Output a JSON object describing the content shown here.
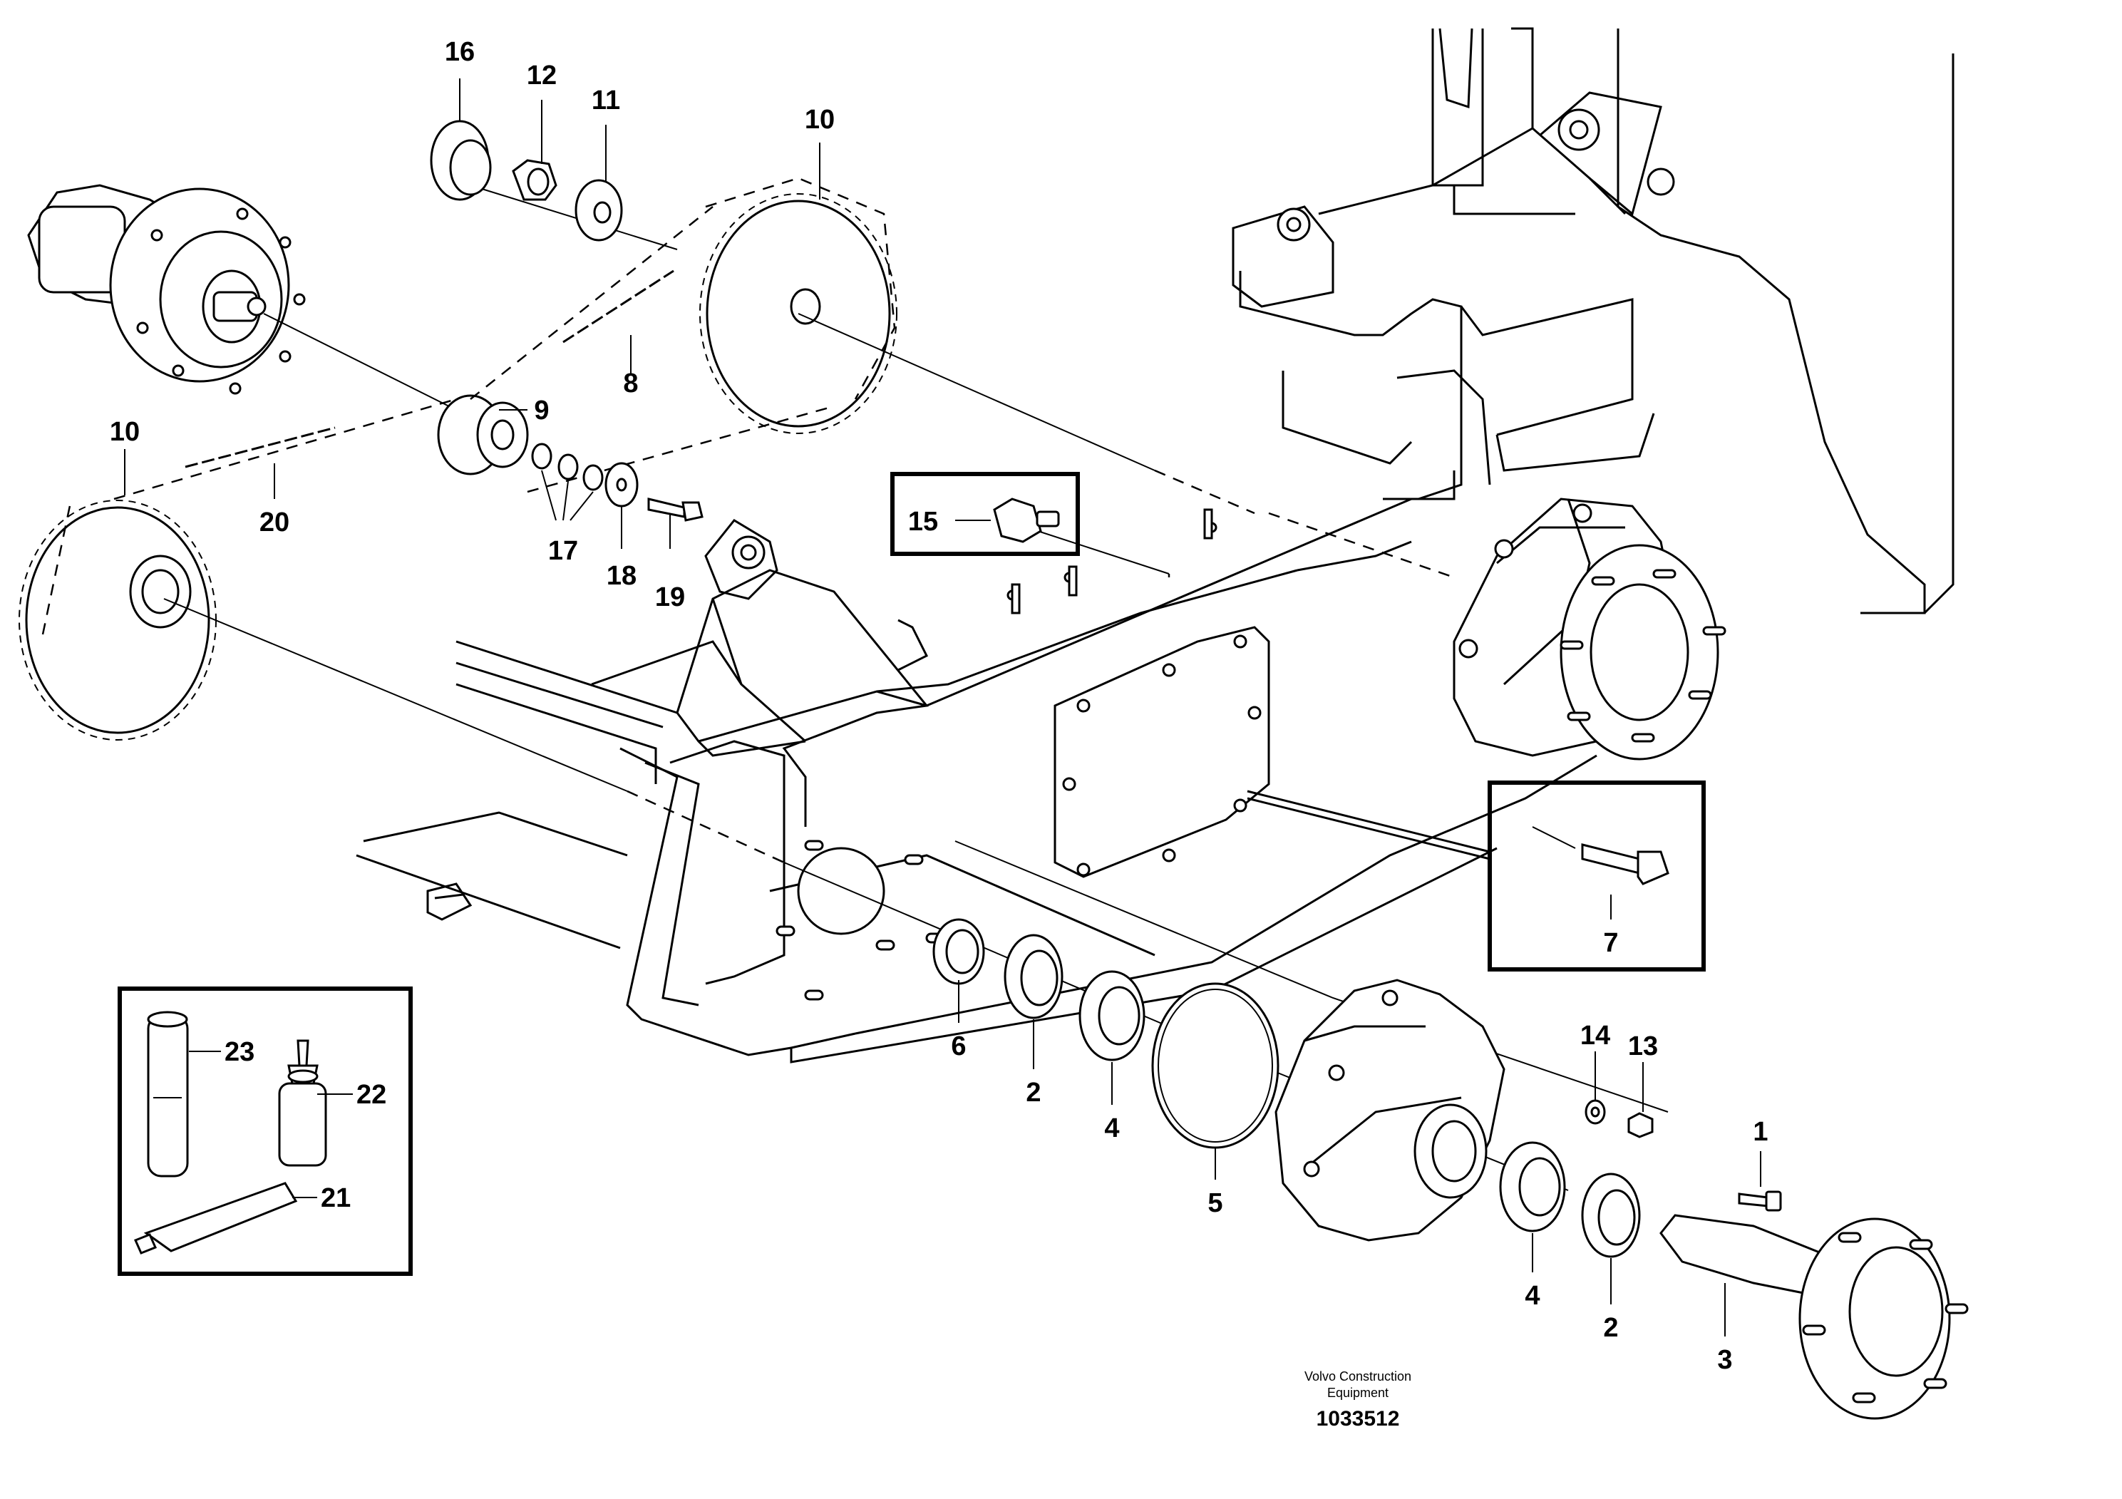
{
  "diagram": {
    "credit_line1": "Volvo Construction",
    "credit_line2": "Equipment",
    "document_number": "1033512",
    "callouts": {
      "c1": "1",
      "c2a": "2",
      "c2b": "2",
      "c3": "3",
      "c4a": "4",
      "c4b": "4",
      "c5": "5",
      "c6": "6",
      "c7": "7",
      "c8": "8",
      "c9": "9",
      "c10a": "10",
      "c10b": "10",
      "c11": "11",
      "c12": "12",
      "c13": "13",
      "c14": "14",
      "c15": "15",
      "c16": "16",
      "c17": "17",
      "c18": "18",
      "c19": "19",
      "c20": "20",
      "c21": "21",
      "c22": "22",
      "c23": "23"
    }
  }
}
